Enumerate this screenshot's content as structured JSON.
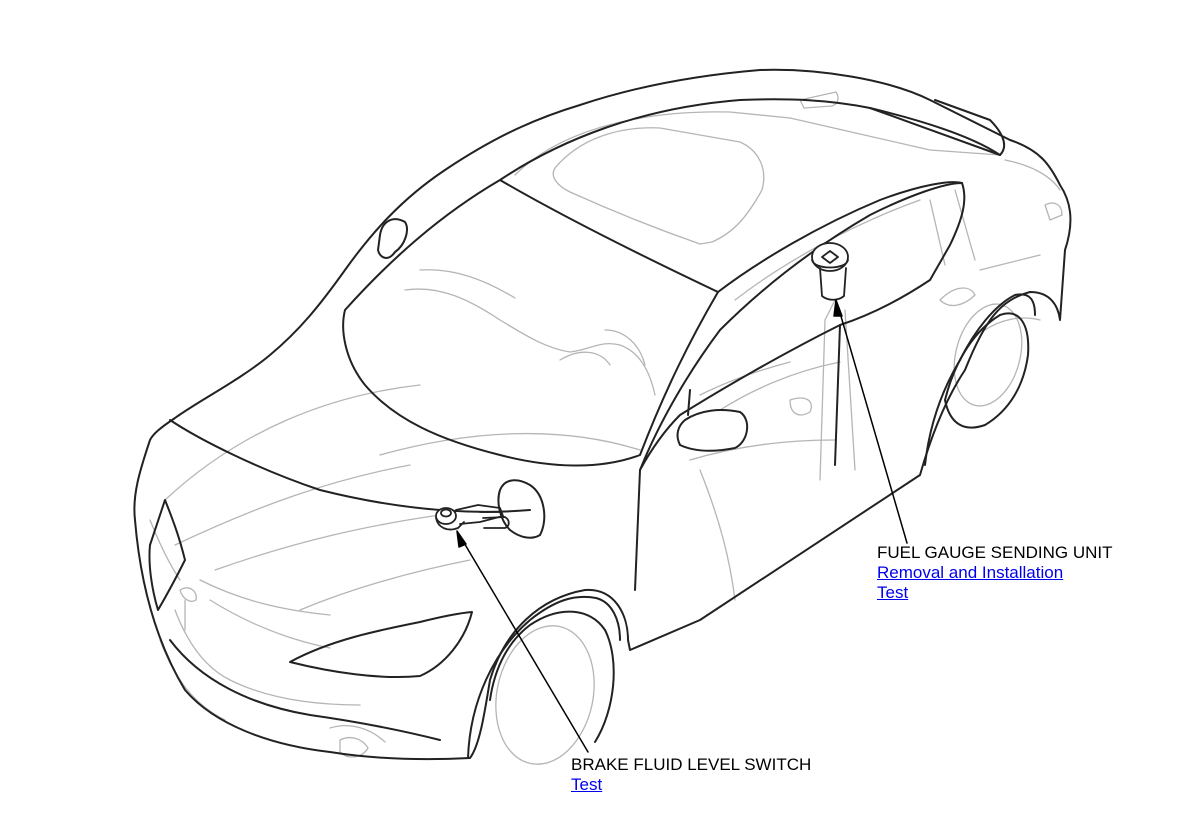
{
  "callouts": {
    "fuel_gauge": {
      "title": "FUEL GAUGE SENDING UNIT",
      "links": [
        "Removal and Installation",
        "Test"
      ]
    },
    "brake_fluid": {
      "title": "BRAKE FLUID LEVEL SWITCH",
      "links": [
        "Test"
      ]
    }
  },
  "colors": {
    "line_dark": "#222222",
    "line_light": "#b5b5b5",
    "link": "#0000ee",
    "text": "#000000"
  }
}
